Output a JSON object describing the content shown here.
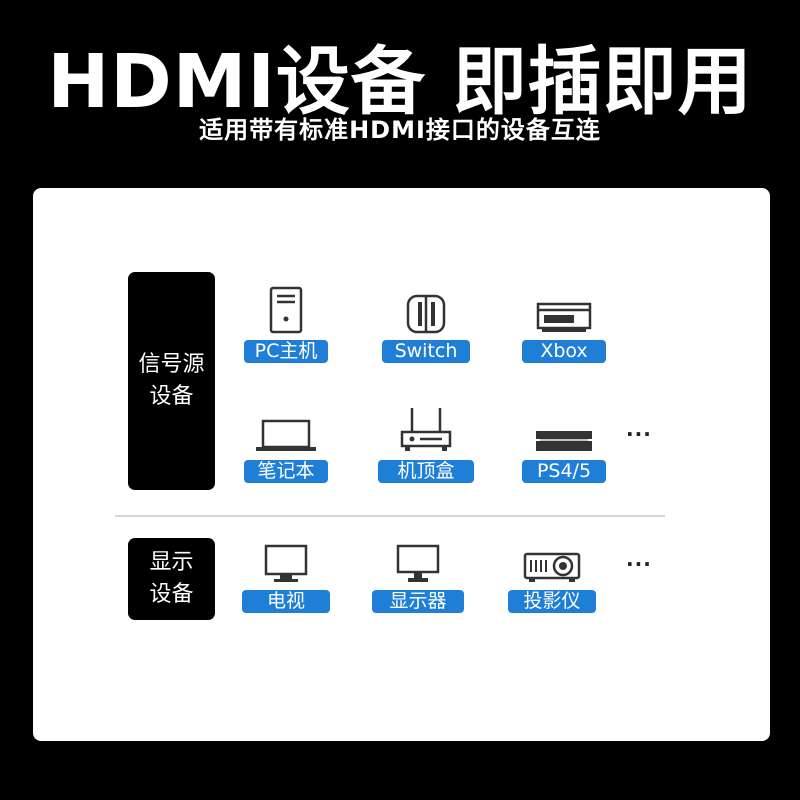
{
  "header": {
    "title": "HDMI设备 即插即用",
    "subtitle": "适用带有标准HDMI接口的设备互连"
  },
  "source_group": {
    "label_line1": "信号源",
    "label_line2": "设备",
    "devices": [
      {
        "label": "PC主机",
        "icon": "pc-tower-icon"
      },
      {
        "label": "Switch",
        "icon": "switch-console-icon"
      },
      {
        "label": "Xbox",
        "icon": "xbox-console-icon"
      },
      {
        "label": "笔记本",
        "icon": "laptop-icon"
      },
      {
        "label": "机顶盒",
        "icon": "set-top-box-icon"
      },
      {
        "label": "PS4/5",
        "icon": "playstation-icon"
      }
    ],
    "more": "···"
  },
  "display_group": {
    "label_line1": "显示",
    "label_line2": "设备",
    "devices": [
      {
        "label": "电视",
        "icon": "tv-icon"
      },
      {
        "label": "显示器",
        "icon": "monitor-icon"
      },
      {
        "label": "投影仪",
        "icon": "projector-icon"
      }
    ],
    "more": "···"
  },
  "colors": {
    "background": "#000000",
    "panel": "#ffffff",
    "label_bg": "#1f7fd6",
    "category_bg": "#000000"
  }
}
